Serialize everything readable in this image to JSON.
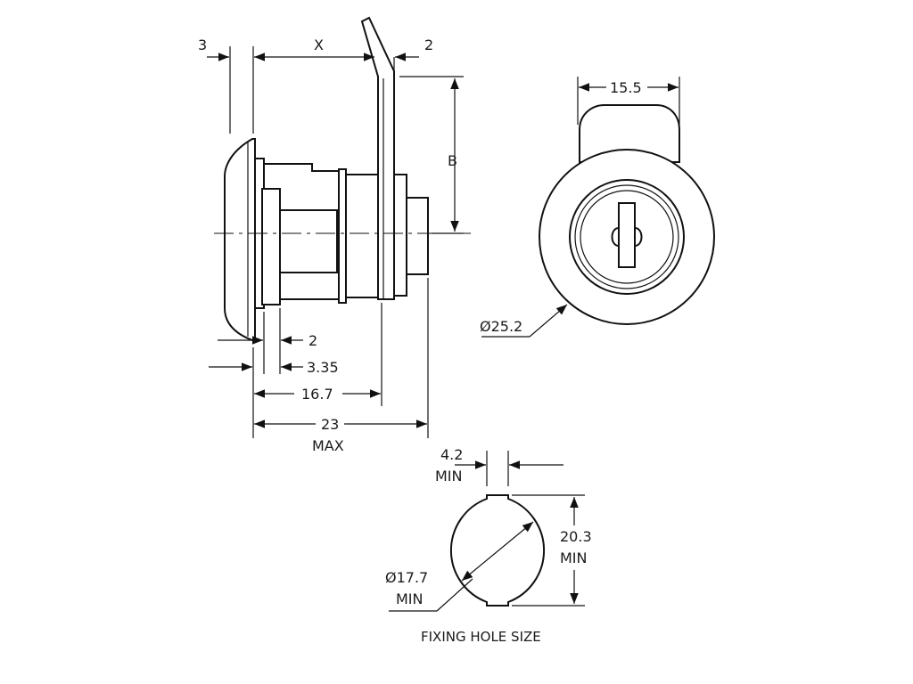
{
  "side_view": {
    "dims": {
      "front_thickness": "3",
      "lever_offset": "X",
      "lever_thickness": "2",
      "lever_height": "B",
      "cam_gap": "2",
      "cam_depth": "3.35",
      "body_length": "16.7",
      "overall_length": "23",
      "overall_length_note": "MAX"
    }
  },
  "front_view": {
    "dims": {
      "flat_width": "15.5",
      "face_diameter": "Ø25.2"
    }
  },
  "fixing_hole": {
    "dims": {
      "notch_width": "4.2",
      "notch_width_note": "MIN",
      "across_flats": "20.3",
      "across_flats_note": "MIN",
      "hole_diameter": "Ø17.7",
      "hole_diameter_note": "MIN"
    },
    "caption": "FIXING HOLE SIZE"
  }
}
